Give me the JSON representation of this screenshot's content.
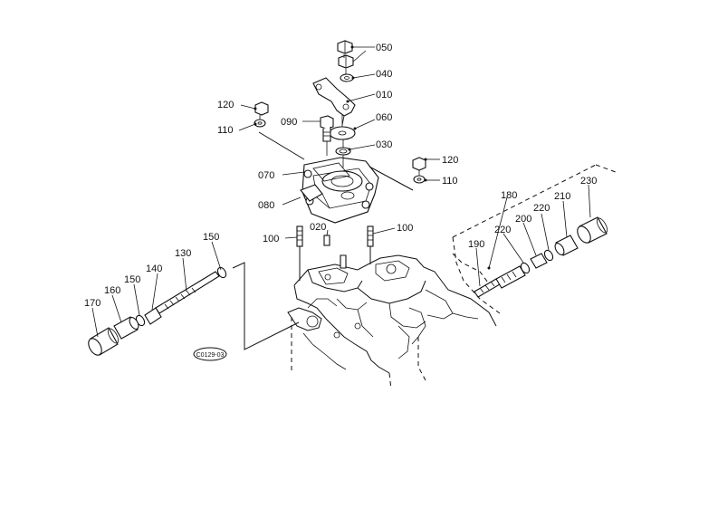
{
  "diagram": {
    "reference_code": "C0129-03",
    "part_labels": {
      "p050": "050",
      "p040": "040",
      "p010": "010",
      "p060": "060",
      "p030": "030",
      "p120a": "120",
      "p110a": "110",
      "p090": "090",
      "p070": "070",
      "p080": "080",
      "p120b": "120",
      "p110b": "110",
      "p020": "020",
      "p100a": "100",
      "p100b": "100",
      "p150a": "150",
      "p130": "130",
      "p140": "140",
      "p150b": "150",
      "p160": "160",
      "p170": "170",
      "p180": "180",
      "p230": "230",
      "p210": "210",
      "p220a": "220",
      "p200": "200",
      "p220b": "220",
      "p190": "190"
    }
  }
}
